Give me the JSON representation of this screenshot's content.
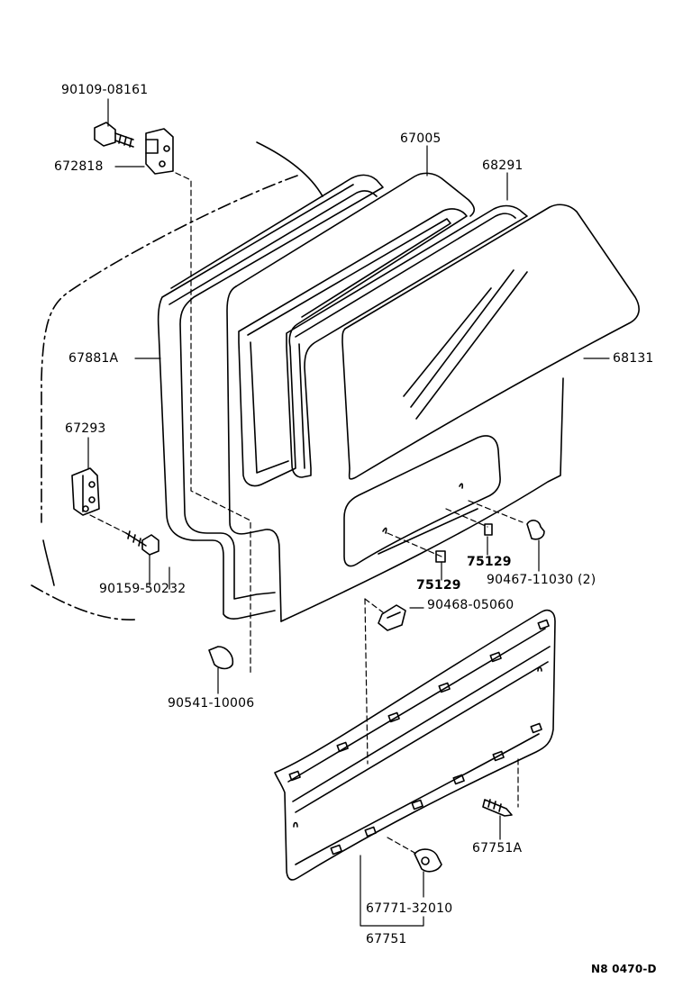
{
  "parts": {
    "p90109_08161": "90109-08161",
    "p672818": "672818",
    "p67005": "67005",
    "p68291": "68291",
    "p67881A": "67881A",
    "p68131": "68131",
    "p67293": "67293",
    "p90159_50232": "90159-50232",
    "p75129_a": "75129",
    "p75129_b": "75129",
    "p90467_11030": "90467-11030 (2)",
    "p90468_05060": "90468-05060",
    "p90541_10006": "90541-10006",
    "p67751A": "67751A",
    "p67771_32010": "67771-32010",
    "p67751": "67751"
  },
  "reference_code": "N8  0470-D"
}
